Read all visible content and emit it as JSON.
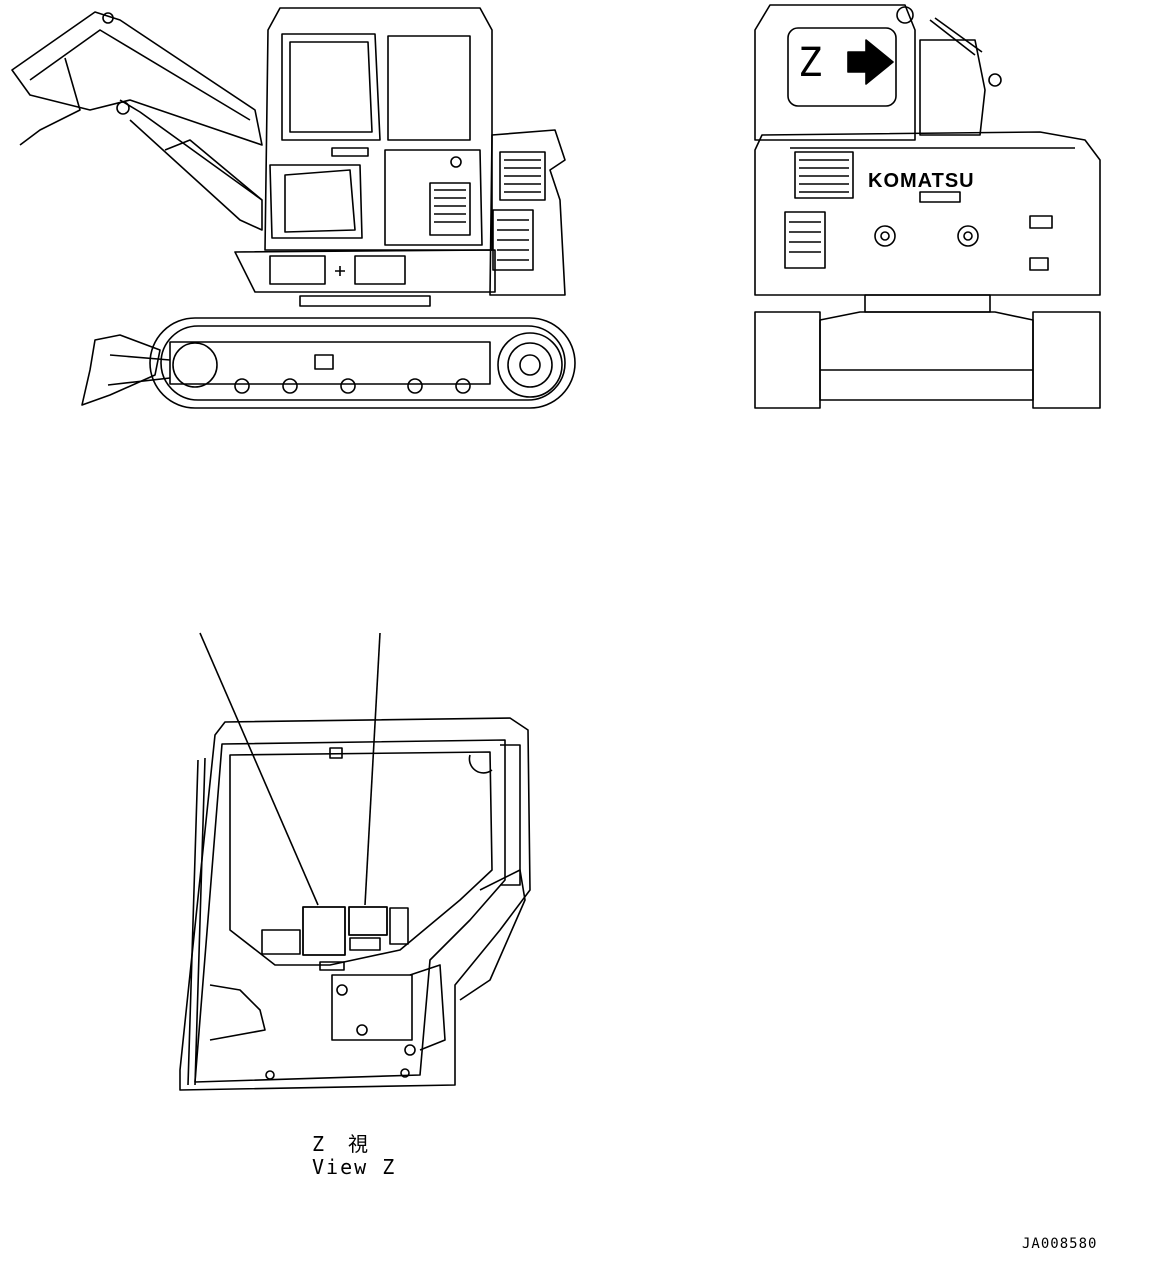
{
  "rear_view": {
    "z_marker_letter": "Z",
    "brand_text": "KOMATSU"
  },
  "view_z": {
    "caption_jp": "Z　視",
    "caption_en": "View Z"
  },
  "drawing_number": "JA008580",
  "icons": [
    "arrow-right-icon"
  ]
}
